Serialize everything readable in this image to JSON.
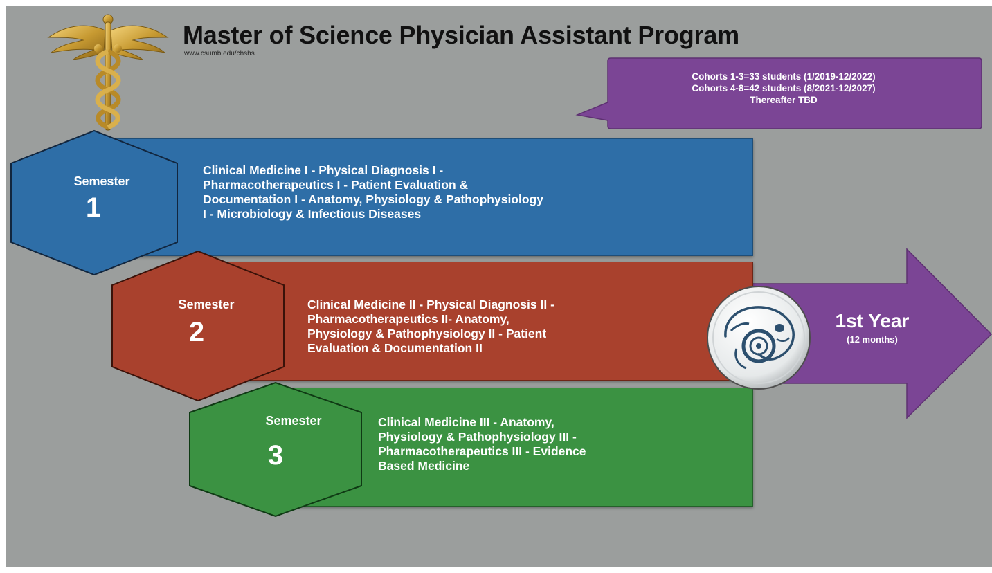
{
  "header": {
    "title": "Master of Science Physician Assistant Program",
    "url": "www.csumb.edu/chshs"
  },
  "cohorts": {
    "lines": [
      "Cohorts 1-3=33 students (1/2019-12/2022)",
      "Cohorts 4-8=42 students (8/2021-12/2027)",
      "Thereafter TBD"
    ]
  },
  "semesters": [
    {
      "label": "Semester",
      "number": "1",
      "lines": [
        "Clinical Medicine I - Physical Diagnosis I -",
        "Pharmacotherapeutics I -  Patient Evaluation &",
        "Documentation I - Anatomy, Physiology & Pathophysiology",
        "I - Microbiology & Infectious Diseases"
      ]
    },
    {
      "label": "Semester",
      "number": "2",
      "lines": [
        "Clinical Medicine II - Physical Diagnosis II -",
        "Pharmacotherapeutics II- Anatomy,",
        "Physiology & Pathophysiology II - Patient",
        "Evaluation & Documentation II"
      ]
    },
    {
      "label": "Semester",
      "number": "3",
      "lines": [
        "Clinical Medicine III - Anatomy,",
        "Physiology & Pathophysiology III -",
        "Pharmacotherapeutics III - Evidence",
        "Based Medicine"
      ]
    }
  ],
  "year": {
    "title": "1st Year",
    "subtitle": "(12 months)"
  },
  "colors": {
    "background": "#9b9e9d",
    "semester1": "#2e6ea7",
    "semester2": "#a9412d",
    "semester3": "#3b9242",
    "arrow": "#7b4595",
    "bubble": "#7b4595",
    "caduceus": "#c9a13b"
  },
  "icons": {
    "logo": "caduceus-icon",
    "mascot": "otter-mascot-icon"
  }
}
